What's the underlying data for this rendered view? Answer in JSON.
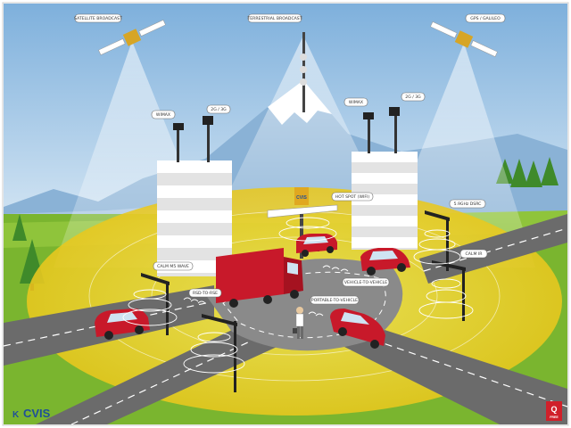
{
  "labels": {
    "satellite": "SATELLITE BROADCAST",
    "terrestrial": "TERRESTRIAL BROADCAST",
    "gps": "GPS / GALILEO",
    "wimax_left": "WIMAX",
    "g23_left": "2G / 3G",
    "wimax_right": "WIMAX",
    "g23_right": "2G / 3G",
    "hotspot": "HOT SPOT (WIFI)",
    "dsrc": "5.9GHz DSRC",
    "calm_mm": "CALM M5 WAVE",
    "calm_ir": "CALM IR",
    "rsd": "RSD-TO-RSE",
    "v2v": "VEHICLE-TO-VEHICLE",
    "p2v": "PORTABLE-TO-VEHICLE",
    "kiosk_sign": "CVIS"
  },
  "logo": {
    "prefix": "K",
    "text": "CVIS"
  },
  "badge": {
    "letter": "Q",
    "sub": "FREE"
  },
  "colors": {
    "sky": "#7fb2dc",
    "coverage": "#f3dd3a",
    "car": "#c8192a",
    "truck": "#c8192a",
    "grass": "#7ab52f",
    "road": "#6b6b6b",
    "logo_blue": "#1f4f99"
  }
}
